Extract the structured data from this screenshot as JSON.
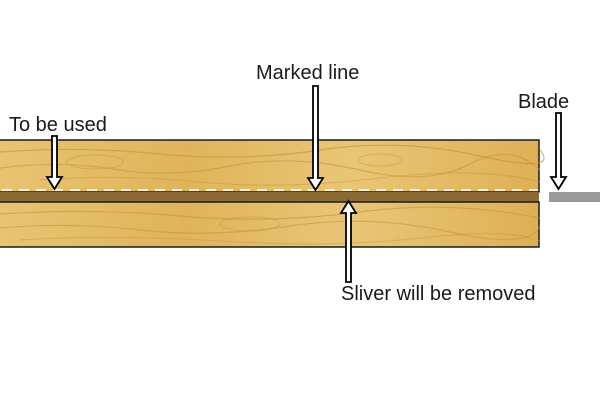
{
  "labels": {
    "marked_line": "Marked line",
    "to_be_used": "To be used",
    "blade": "Blade",
    "sliver": "Sliver will be removed"
  },
  "colors": {
    "background": "#ffffff",
    "wood_light": "#e6c06a",
    "wood_mid": "#d9ac4e",
    "wood_grain": "#c9963a",
    "wood_outline": "#1a1a1a",
    "sliver_strip": "#8c6a35",
    "blade": "#9a9a9a",
    "arrow_fill": "#ffffff",
    "arrow_stroke": "#000000",
    "dash_line": "#ffffff"
  },
  "icons": {
    "arrow": "down-arrow-icon / up-arrow-icon"
  }
}
